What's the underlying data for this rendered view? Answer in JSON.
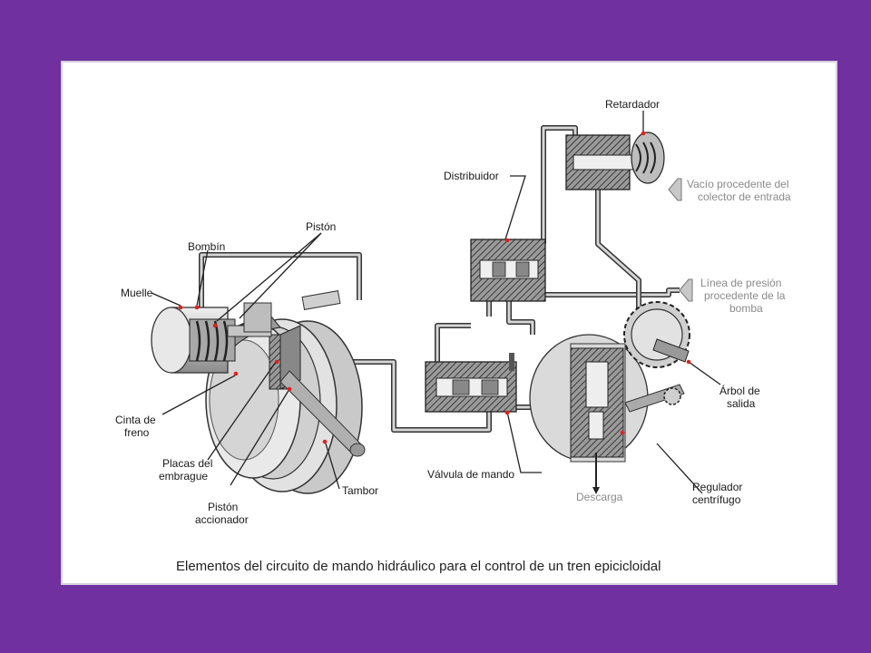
{
  "colors": {
    "background": "#7030a0",
    "panel": "#ffffff",
    "marker": "#e02020"
  },
  "labels": {
    "retardador": "Retardador",
    "distribuidor": "Distribuidor",
    "vacio_1": "Vacío procedente del",
    "vacio_2": "colector de entrada",
    "piston": "Pistón",
    "bombin": "Bombín",
    "muelle": "Muelle",
    "linea_1": "Línea de presión",
    "linea_2": "procedente de la",
    "linea_3": "bomba",
    "cinta_1": "Cinta de",
    "cinta_2": "freno",
    "arbol_1": "Árbol de",
    "arbol_2": "salida",
    "placas_1": "Placas del",
    "placas_2": "embrague",
    "tambor": "Tambor",
    "valvula": "Válvula de mando",
    "regulador_1": "Regulador",
    "regulador_2": "centrífugo",
    "descarga": "Descarga",
    "piston_acc_1": "Pistón",
    "piston_acc_2": "accionador"
  },
  "caption": "Elementos del circuito de mando hidráulico para el control de un tren epicicloidal"
}
